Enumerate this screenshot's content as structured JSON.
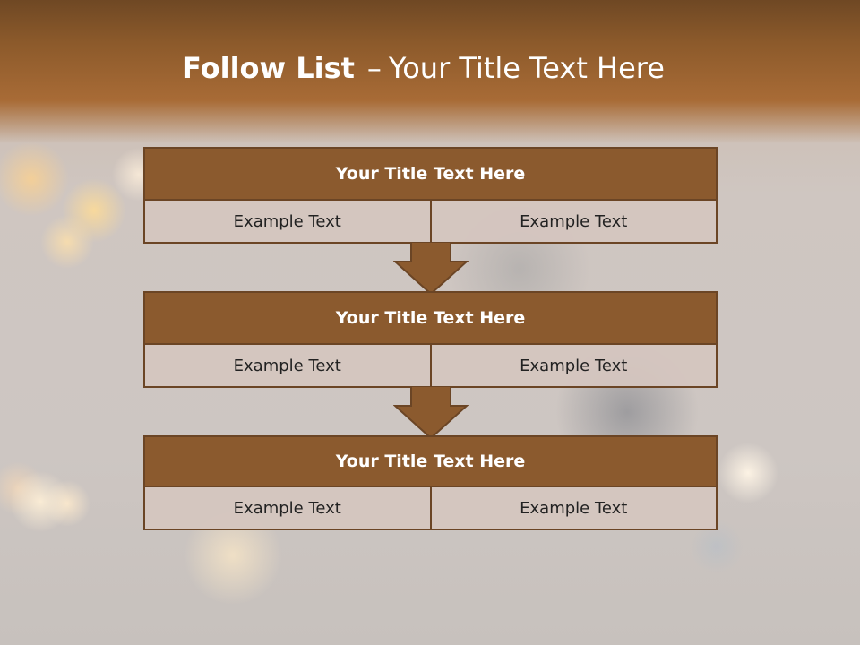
{
  "header": {
    "title_bold": "Follow List",
    "title_separator": "–",
    "title_rest": "Your Title Text Here"
  },
  "steps": [
    {
      "title": "Your Title Text Here",
      "cells": [
        "Example Text",
        "Example Text"
      ]
    },
    {
      "title": "Your Title Text Here",
      "cells": [
        "Example Text",
        "Example Text"
      ]
    },
    {
      "title": "Your Title Text Here",
      "cells": [
        "Example Text",
        "Example Text"
      ]
    }
  ],
  "colors": {
    "header_brown": "#8c5a2b",
    "box_title_brown": "#8b5a2e",
    "border_brown": "#6b4525",
    "cell_fill": "#d5c6bf"
  },
  "icons": [
    "down-arrow-icon",
    "down-arrow-icon"
  ]
}
